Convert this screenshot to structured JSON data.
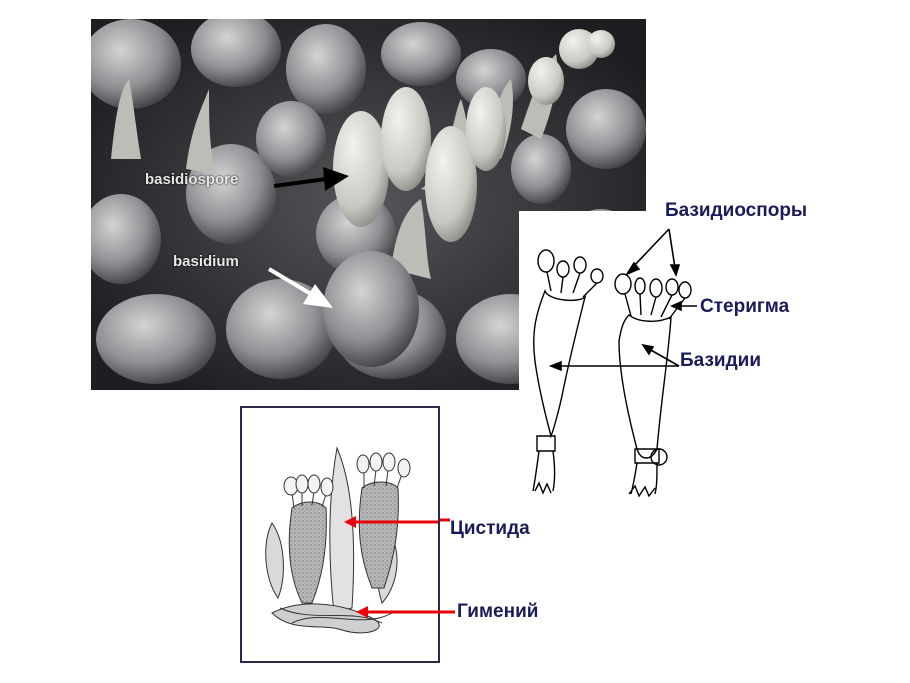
{
  "photo": {
    "labels": {
      "basidiospore": "basidiospore",
      "basidium": "basidium"
    }
  },
  "drawing": {
    "labels": {
      "basidiospores": "Базидиоспоры",
      "sterigma": "Стеригма",
      "basidia": "Базидии"
    }
  },
  "hymenium": {
    "labels": {
      "cystidium": "Цистида",
      "hymenium": "Гимений"
    }
  },
  "colors": {
    "label_text": "#1b1b5a",
    "pointer_red": "#e8000b",
    "photo_background": "#3a3a3c"
  }
}
